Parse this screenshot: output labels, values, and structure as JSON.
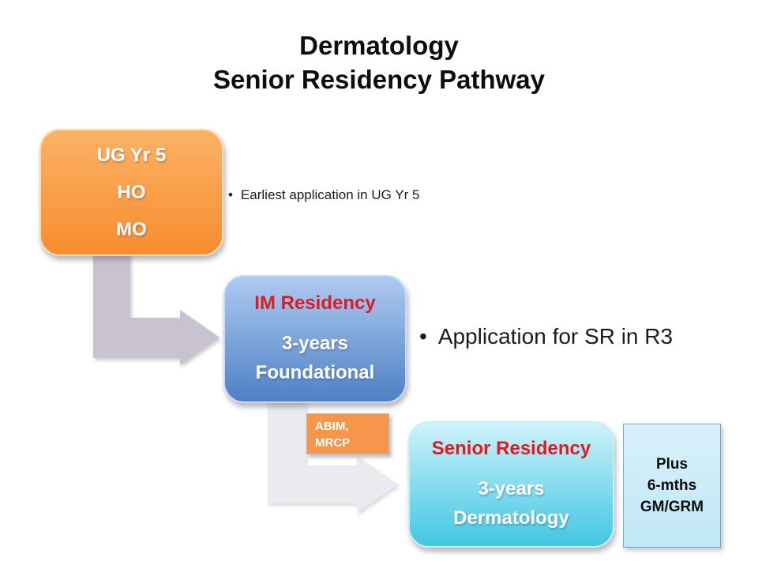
{
  "slide": {
    "title_line1": "Dermatology",
    "title_line2": "Senior Residency Pathway"
  },
  "nodes": {
    "ug": {
      "line1": "UG Yr 5",
      "line2": "HO",
      "line3": "MO"
    },
    "im": {
      "title": "IM Residency",
      "line1": "3-years",
      "line2": "Foundational"
    },
    "sr": {
      "title": "Senior Residency",
      "line1": "3-years",
      "line2": "Dermatology"
    },
    "abim": {
      "line1": "ABIM,",
      "line2": "MRCP"
    },
    "plus": {
      "line1": "Plus",
      "line2": "6-mths",
      "line3": "GM/GRM"
    }
  },
  "bullets": {
    "b1": {
      "marker": "•",
      "text": "Earliest application in UG Yr 5"
    },
    "b2": {
      "marker": "•",
      "text": "Application for SR in R3"
    }
  },
  "colors": {
    "orange_top": "#FBB266",
    "orange_bottom": "#F78D2E",
    "orange_border": "#FDDBB2",
    "blue_top": "#AECBF2",
    "blue_bottom": "#4E80C4",
    "blue_border": "#CADCF5",
    "cyan_top": "#CDF2FA",
    "cyan_bottom": "#41C7E3",
    "cyan_border": "#C4F0F9",
    "plus_fill_top": "#D8F1FA",
    "plus_fill_bottom": "#BFE7F6",
    "plus_border": "#74A7C0",
    "abim_fill": "#F5964A",
    "abim_border": "#BBBBBD",
    "red_text": "#DD1B23",
    "arrow1": "#C9C2D1",
    "arrow2": "#E9EBEF"
  }
}
